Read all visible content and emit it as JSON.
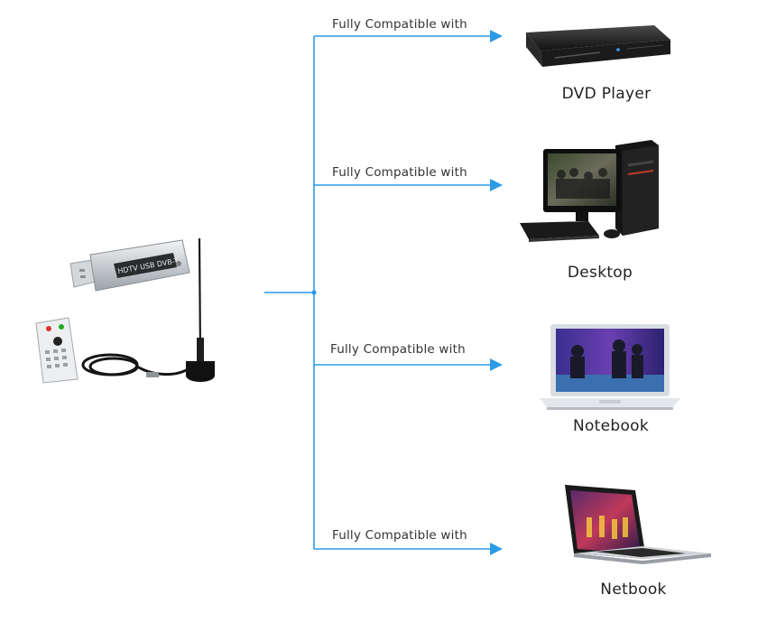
{
  "colors": {
    "connector": "#2b9be6",
    "text": "#333333"
  },
  "source": {
    "icon": "usb-dvb-t-tv-stick-kit",
    "stick_text": "HDTV USB DVB-T"
  },
  "branches": [
    {
      "label": "Fully Compatible with",
      "device": "DVD Player",
      "icon": "dvd-player-icon"
    },
    {
      "label": "Fully Compatible with",
      "device": "Desktop",
      "icon": "desktop-computer-icon"
    },
    {
      "label": "Fully Compatible with",
      "device": "Notebook",
      "icon": "notebook-icon"
    },
    {
      "label": "Fully Compatible with",
      "device": "Netbook",
      "icon": "netbook-icon"
    }
  ]
}
